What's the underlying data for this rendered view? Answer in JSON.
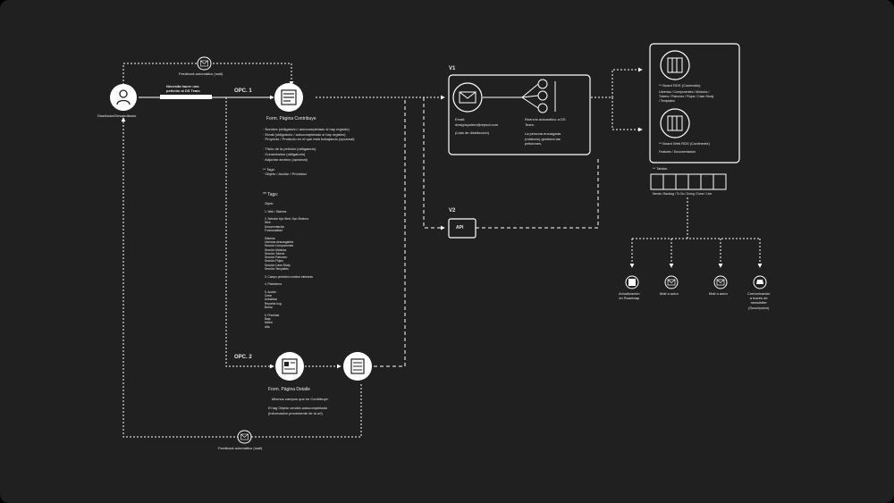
{
  "top_feedback": "Feedback automático (mail)",
  "bottom_feedback": "Feedback automático (mail)",
  "user_label": "Diseñador/Desarrollador",
  "need_label_1": "Necesita hacer una",
  "need_label_2": "petición al DS Team",
  "opc1": "OPC. 1",
  "opc2": "OPC. 2",
  "form1": {
    "title": "Form. Página Contribuye",
    "fields": "· Nombre (obligatorio / autocompletado si hay registro)\n· Email (obligatorio / autocompletado si hay registro)\n· Proyecto / Producto en el que está trabajando (opcional)\n\n· Título de la petición (obligatorio)\n· Comentarios (obligatorio)\n· Adjuntar archivo (opcional)\n\n** Tags:\n· Objeto / Acción / Prioridad",
    "tags_title": "** Tags:",
    "tags_body": "Objeto\n\n1. Web / Sistema\n\n2. Selector tipo Web / tipo Sistema\nWeb\nDocumentación\nFuncionalidad\n\nSistema\nLibrerías descargables\nSección Componentes\nSección Módulos\nSección Tokens\nSección Patrones\nSección Flujos\nSección Case Study\nSección Templates\n\n3. Campo predictivo nombre elemento\n\n4. Plataforma\n\n5. Acción\nCrear\nActualizar\nReportar bug\nBorrar\n\n6. Prioridad\nBaja\nMedia\nAlta"
  },
  "form2": {
    "title": "Form. Página Detalle",
    "line1": "Mismos campos que en Contribuye.",
    "line2": "El tag Objeto vendrá autocompletado\n(información proveniente de la url)."
  },
  "v1": {
    "label": "V1",
    "email": "Email:\ndesignsystem@repsol.com",
    "list": "(Lista de distribución)",
    "resend": "Reenvío automático a DS\nTeam.",
    "person": "La persona encargada\n(rotatorio) gestiona las\npeticiones."
  },
  "v2": {
    "label": "V2",
    "api": "API"
  },
  "board1": {
    "title": "** Board RDS (Contenido)",
    "desc": "Librerías / Componentes / Módulos /\nTokens / Patrones / Flujos / Case Study\n/ Templates"
  },
  "board2": {
    "title": "** Board Web RDS (Continente)",
    "desc": "Features / Documentación"
  },
  "tablas": {
    "title": "** Tablas:",
    "columns": "Needs / Backlog / To Do / Doing / Done / Live"
  },
  "outputs": {
    "roadmap": "Actualización\nen Roadmap",
    "mail1": "Mail a autor",
    "mail2": "Mail a autor",
    "newsletter": "Comunicación\na través de\nnewsletter\n(Suscripción)"
  },
  "colors": {
    "background": "#202020",
    "line": "#ffffff",
    "text": "#e8e8e8"
  }
}
